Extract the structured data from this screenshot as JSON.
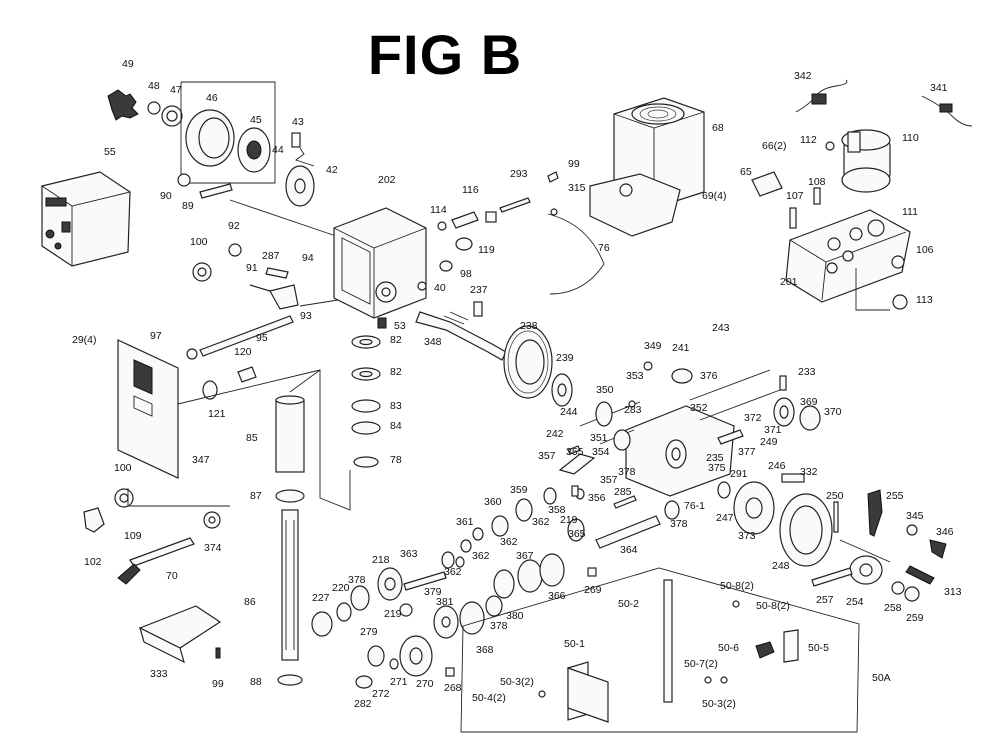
{
  "figure": {
    "title": "FIG B"
  },
  "labels": [
    {
      "key": "49",
      "text": "49"
    },
    {
      "key": "48",
      "text": "48"
    },
    {
      "key": "47",
      "text": "47"
    },
    {
      "key": "46",
      "text": "46"
    },
    {
      "key": "45",
      "text": "45"
    },
    {
      "key": "44",
      "text": "44"
    },
    {
      "key": "43",
      "text": "43"
    },
    {
      "key": "42",
      "text": "42"
    },
    {
      "key": "55",
      "text": "55"
    },
    {
      "key": "90",
      "text": "90"
    },
    {
      "key": "89",
      "text": "89"
    },
    {
      "key": "92",
      "text": "92"
    },
    {
      "key": "100a",
      "text": "100"
    },
    {
      "key": "287",
      "text": "287"
    },
    {
      "key": "91",
      "text": "91"
    },
    {
      "key": "94",
      "text": "94"
    },
    {
      "key": "93",
      "text": "93"
    },
    {
      "key": "202",
      "text": "202"
    },
    {
      "key": "116",
      "text": "116"
    },
    {
      "key": "114",
      "text": "114"
    },
    {
      "key": "293",
      "text": "293"
    },
    {
      "key": "119",
      "text": "119"
    },
    {
      "key": "98",
      "text": "98"
    },
    {
      "key": "40",
      "text": "40"
    },
    {
      "key": "237",
      "text": "237"
    },
    {
      "key": "53",
      "text": "53"
    },
    {
      "key": "82a",
      "text": "82"
    },
    {
      "key": "82b",
      "text": "82"
    },
    {
      "key": "83",
      "text": "83"
    },
    {
      "key": "84",
      "text": "84"
    },
    {
      "key": "78a",
      "text": "78"
    },
    {
      "key": "348",
      "text": "348"
    },
    {
      "key": "238",
      "text": "238"
    },
    {
      "key": "29",
      "text": "29(4)"
    },
    {
      "key": "97",
      "text": "97"
    },
    {
      "key": "95",
      "text": "95"
    },
    {
      "key": "120",
      "text": "120"
    },
    {
      "key": "121",
      "text": "121"
    },
    {
      "key": "85",
      "text": "85"
    },
    {
      "key": "347",
      "text": "347"
    },
    {
      "key": "100b",
      "text": "100"
    },
    {
      "key": "87",
      "text": "87"
    },
    {
      "key": "109",
      "text": "109"
    },
    {
      "key": "102",
      "text": "102"
    },
    {
      "key": "374",
      "text": "374"
    },
    {
      "key": "70",
      "text": "70"
    },
    {
      "key": "86",
      "text": "86"
    },
    {
      "key": "88",
      "text": "88"
    },
    {
      "key": "333",
      "text": "333"
    },
    {
      "key": "99a",
      "text": "99"
    },
    {
      "key": "99b",
      "text": "99"
    },
    {
      "key": "315",
      "text": "315"
    },
    {
      "key": "76",
      "text": "76"
    },
    {
      "key": "68",
      "text": "68"
    },
    {
      "key": "69",
      "text": "69(4)"
    },
    {
      "key": "65",
      "text": "65"
    },
    {
      "key": "66",
      "text": "66(2)"
    },
    {
      "key": "342",
      "text": "342"
    },
    {
      "key": "341",
      "text": "341"
    },
    {
      "key": "112",
      "text": "112"
    },
    {
      "key": "110",
      "text": "110"
    },
    {
      "key": "107",
      "text": "107"
    },
    {
      "key": "108",
      "text": "108"
    },
    {
      "key": "111",
      "text": "111"
    },
    {
      "key": "106",
      "text": "106"
    },
    {
      "key": "201",
      "text": "201"
    },
    {
      "key": "113",
      "text": "113"
    },
    {
      "key": "243",
      "text": "243"
    },
    {
      "key": "349",
      "text": "349"
    },
    {
      "key": "241",
      "text": "241"
    },
    {
      "key": "376",
      "text": "376"
    },
    {
      "key": "239",
      "text": "239"
    },
    {
      "key": "233",
      "text": "233"
    },
    {
      "key": "353",
      "text": "353"
    },
    {
      "key": "350",
      "text": "350"
    },
    {
      "key": "369",
      "text": "369"
    },
    {
      "key": "244",
      "text": "244"
    },
    {
      "key": "352",
      "text": "352"
    },
    {
      "key": "372",
      "text": "372"
    },
    {
      "key": "371",
      "text": "371"
    },
    {
      "key": "370",
      "text": "370"
    },
    {
      "key": "283",
      "text": "283"
    },
    {
      "key": "249",
      "text": "249"
    },
    {
      "key": "242",
      "text": "242"
    },
    {
      "key": "351",
      "text": "351"
    },
    {
      "key": "377",
      "text": "377"
    },
    {
      "key": "235",
      "text": "235"
    },
    {
      "key": "375",
      "text": "375"
    },
    {
      "key": "291",
      "text": "291"
    },
    {
      "key": "246",
      "text": "246"
    },
    {
      "key": "332",
      "text": "332"
    },
    {
      "key": "357a",
      "text": "357"
    },
    {
      "key": "355",
      "text": "355"
    },
    {
      "key": "354",
      "text": "354"
    },
    {
      "key": "378a",
      "text": "378"
    },
    {
      "key": "357b",
      "text": "357"
    },
    {
      "key": "356",
      "text": "356"
    },
    {
      "key": "359",
      "text": "359"
    },
    {
      "key": "360",
      "text": "360"
    },
    {
      "key": "358",
      "text": "358"
    },
    {
      "key": "219a",
      "text": "219"
    },
    {
      "key": "285",
      "text": "285"
    },
    {
      "key": "76-1",
      "text": "76-1"
    },
    {
      "key": "247",
      "text": "247"
    },
    {
      "key": "250",
      "text": "250"
    },
    {
      "key": "255",
      "text": "255"
    },
    {
      "key": "362a",
      "text": "362"
    },
    {
      "key": "362b",
      "text": "362"
    },
    {
      "key": "361",
      "text": "361"
    },
    {
      "key": "362c",
      "text": "362"
    },
    {
      "key": "365",
      "text": "365"
    },
    {
      "key": "364",
      "text": "364"
    },
    {
      "key": "378b",
      "text": "378"
    },
    {
      "key": "373",
      "text": "373"
    },
    {
      "key": "345",
      "text": "345"
    },
    {
      "key": "346",
      "text": "346"
    },
    {
      "key": "363",
      "text": "363"
    },
    {
      "key": "218",
      "text": "218"
    },
    {
      "key": "362d",
      "text": "362"
    },
    {
      "key": "367",
      "text": "367"
    },
    {
      "key": "248",
      "text": "248"
    },
    {
      "key": "220",
      "text": "220"
    },
    {
      "key": "378c",
      "text": "378"
    },
    {
      "key": "379",
      "text": "379"
    },
    {
      "key": "366",
      "text": "366"
    },
    {
      "key": "269",
      "text": "269"
    },
    {
      "key": "227",
      "text": "227"
    },
    {
      "key": "219b",
      "text": "219"
    },
    {
      "key": "381",
      "text": "381"
    },
    {
      "key": "380",
      "text": "380"
    },
    {
      "key": "378d",
      "text": "378"
    },
    {
      "key": "368",
      "text": "368"
    },
    {
      "key": "254",
      "text": "254"
    },
    {
      "key": "257",
      "text": "257"
    },
    {
      "key": "313",
      "text": "313"
    },
    {
      "key": "258",
      "text": "258"
    },
    {
      "key": "259",
      "text": "259"
    },
    {
      "key": "279",
      "text": "279"
    },
    {
      "key": "272",
      "text": "272"
    },
    {
      "key": "271",
      "text": "271"
    },
    {
      "key": "270",
      "text": "270"
    },
    {
      "key": "268",
      "text": "268"
    },
    {
      "key": "282",
      "text": "282"
    },
    {
      "key": "50-8a",
      "text": "50-8(2)"
    },
    {
      "key": "50-8b",
      "text": "50-8(2)"
    },
    {
      "key": "50-2",
      "text": "50-2"
    },
    {
      "key": "50-1",
      "text": "50-1"
    },
    {
      "key": "50-6",
      "text": "50-6"
    },
    {
      "key": "50-5",
      "text": "50-5"
    },
    {
      "key": "50-7",
      "text": "50-7(2)"
    },
    {
      "key": "50-3a",
      "text": "50-3(2)"
    },
    {
      "key": "50-4",
      "text": "50-4(2)"
    },
    {
      "key": "50-3b",
      "text": "50-3(2)"
    },
    {
      "key": "50A",
      "text": "50A"
    }
  ]
}
